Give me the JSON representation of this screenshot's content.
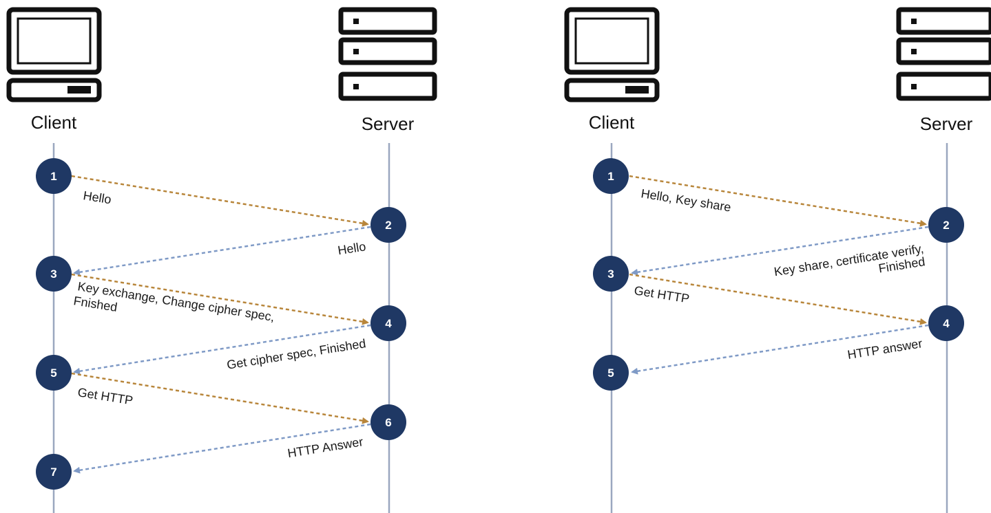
{
  "diagrams": [
    {
      "client_label": "Client",
      "server_label": "Server",
      "steps": [
        {
          "number": "1",
          "side": "client"
        },
        {
          "number": "2",
          "side": "server"
        },
        {
          "number": "3",
          "side": "client"
        },
        {
          "number": "4",
          "side": "server"
        },
        {
          "number": "5",
          "side": "client"
        },
        {
          "number": "6",
          "side": "server"
        },
        {
          "number": "7",
          "side": "client"
        }
      ],
      "messages": [
        {
          "from": "1",
          "to": "2",
          "direction": "client-to-server",
          "lines": [
            "Hello"
          ]
        },
        {
          "from": "2",
          "to": "3",
          "direction": "server-to-client",
          "lines": [
            "Hello"
          ]
        },
        {
          "from": "3",
          "to": "4",
          "direction": "client-to-server",
          "lines": [
            "Key exchange, Change cipher spec,",
            "Fnished"
          ]
        },
        {
          "from": "4",
          "to": "5",
          "direction": "server-to-client",
          "lines": [
            "Get cipher spec, Finished"
          ]
        },
        {
          "from": "5",
          "to": "6",
          "direction": "client-to-server",
          "lines": [
            "Get HTTP"
          ]
        },
        {
          "from": "6",
          "to": "7",
          "direction": "server-to-client",
          "lines": [
            "HTTP Answer"
          ]
        }
      ]
    },
    {
      "client_label": "Client",
      "server_label": "Server",
      "steps": [
        {
          "number": "1",
          "side": "client"
        },
        {
          "number": "2",
          "side": "server"
        },
        {
          "number": "3",
          "side": "client"
        },
        {
          "number": "4",
          "side": "server"
        },
        {
          "number": "5",
          "side": "client"
        }
      ],
      "messages": [
        {
          "from": "1",
          "to": "2",
          "direction": "client-to-server",
          "lines": [
            "Hello, Key share"
          ]
        },
        {
          "from": "2",
          "to": "3",
          "direction": "server-to-client",
          "lines": [
            "Key share, certificate verify,",
            "Finished"
          ]
        },
        {
          "from": "3",
          "to": "4",
          "direction": "client-to-server",
          "lines": [
            "Get HTTP"
          ]
        },
        {
          "from": "4",
          "to": "5",
          "direction": "server-to-client",
          "lines": [
            "HTTP answer"
          ]
        }
      ]
    }
  ],
  "colors": {
    "node_fill": "#1f3864",
    "lifeline": "#9aa7bf",
    "client_to_server_arrow": "#b8863b",
    "server_to_client_arrow": "#7f9ac6",
    "icon_stroke": "#111111"
  }
}
